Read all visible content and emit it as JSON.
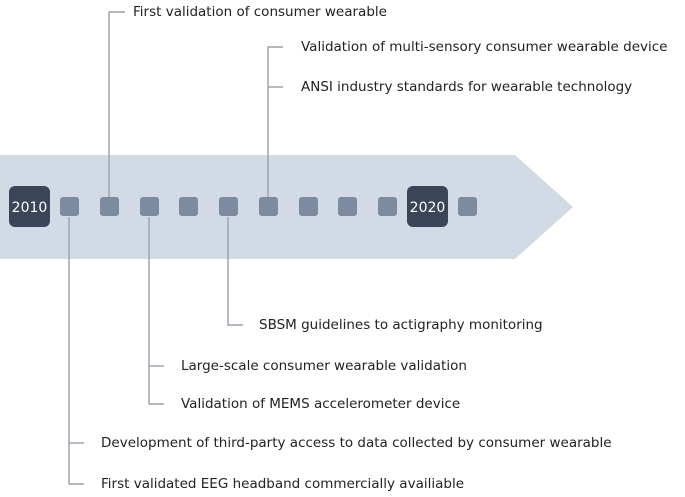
{
  "timeline": {
    "start_year": "2010",
    "end_year": "2020",
    "colors": {
      "arrow": "#d2dae5",
      "year_box": "#3a4558",
      "marker": "#7d8ba0",
      "connector": "#9aa0a8",
      "text": "#222222"
    }
  },
  "events_above": [
    {
      "marker_index": 3,
      "text": "First validation of consumer wearable"
    },
    {
      "marker_index": 7,
      "text": "Validation  of multi-sensory consumer wearable device"
    },
    {
      "marker_index": 7,
      "text": "ANSI industry standards for wearable technology"
    }
  ],
  "events_below": [
    {
      "marker_index": 6,
      "text": "SBSM guidelines to actigraphy monitoring"
    },
    {
      "marker_index": 4,
      "text": "Large-scale consumer wearable validation"
    },
    {
      "marker_index": 4,
      "text": "Validation of MEMS accelerometer device"
    },
    {
      "marker_index": 2,
      "text": "Development of third-party access to data collected by consumer wearable"
    },
    {
      "marker_index": 2,
      "text": "First validated EEG headband commercially availiable"
    }
  ]
}
